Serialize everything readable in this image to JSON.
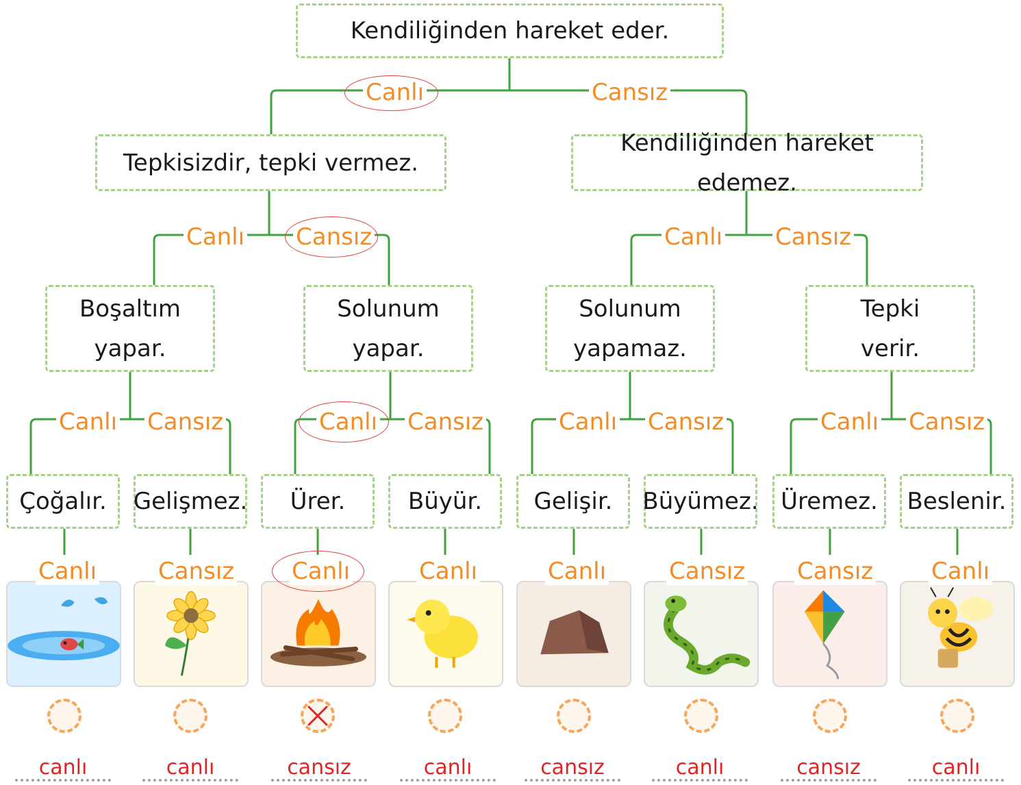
{
  "root": "Kendiliğinden hareket eder.",
  "level1": {
    "left": {
      "edge": "Canlı",
      "box": "Tepkisizdir, tepki vermez."
    },
    "right": {
      "edge": "Cansız",
      "box": "Kendiliğinden hareket edemez."
    }
  },
  "level2": [
    {
      "edge": "Canlı",
      "line1": "Boşaltım",
      "line2": "yapar."
    },
    {
      "edge": "Cansız",
      "line1": "Solunum",
      "line2": "yapar."
    },
    {
      "edge": "Canlı",
      "line1": "Solunum",
      "line2": "yapamaz."
    },
    {
      "edge": "Cansız",
      "line1": "Tepki",
      "line2": "verir."
    }
  ],
  "level3": [
    {
      "edge": "Canlı",
      "box": "Çoğalır."
    },
    {
      "edge": "Cansız",
      "box": "Gelişmez."
    },
    {
      "edge": "Canlı",
      "box": "Ürer."
    },
    {
      "edge": "Cansız",
      "box": "Büyür."
    },
    {
      "edge": "Canlı",
      "box": "Gelişir."
    },
    {
      "edge": "Cansız",
      "box": "Büyümez."
    },
    {
      "edge": "Canlı",
      "box": "Üremez."
    },
    {
      "edge": "Cansız",
      "box": "Beslenir."
    }
  ],
  "leaves": [
    {
      "label": "Canlı",
      "picture": "fish-in-water",
      "answer": "canlı",
      "marked": false
    },
    {
      "label": "Cansız",
      "picture": "flower",
      "answer": "canlı",
      "marked": false
    },
    {
      "label": "Canlı",
      "picture": "campfire",
      "answer": "cansız",
      "marked": true
    },
    {
      "label": "Canlı",
      "picture": "chick",
      "answer": "canlı",
      "marked": false
    },
    {
      "label": "Canlı",
      "picture": "rock",
      "answer": "cansız",
      "marked": false
    },
    {
      "label": "Cansız",
      "picture": "snake",
      "answer": "canlı",
      "marked": false
    },
    {
      "label": "Cansız",
      "picture": "kite",
      "answer": "cansız",
      "marked": false
    },
    {
      "label": "Canlı",
      "picture": "bee",
      "answer": "canlı",
      "marked": false
    }
  ],
  "colors": {
    "line": "#3fa33f",
    "label": "#f28c28",
    "answer": "#e02424",
    "box_border": "#a8d08d",
    "circle": "#f5a65b",
    "ring": "#e04040"
  }
}
